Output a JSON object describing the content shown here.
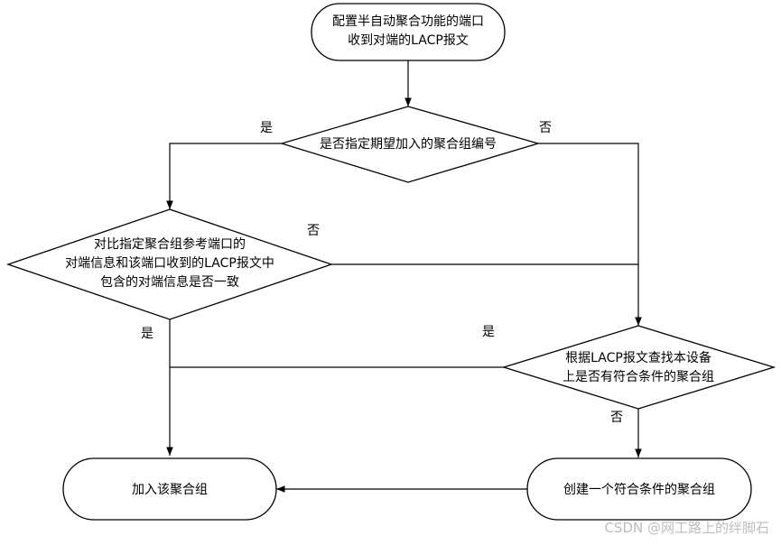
{
  "nodes": {
    "start": {
      "lines": [
        "配置半自动聚合功能的端口",
        "收到对端的LACP报文"
      ]
    },
    "decision_specified": {
      "lines": [
        "是否指定期望加入的聚合组编号"
      ]
    },
    "decision_compare": {
      "lines": [
        "对比指定聚合组参考端口的",
        "对端信息和该端口收到的LACP报文中",
        "包含的对端信息是否一致"
      ]
    },
    "decision_find": {
      "lines": [
        "根据LACP报文查找本设备",
        "上是否有符合条件的聚合组"
      ]
    },
    "end_join": {
      "lines": [
        "加入该聚合组"
      ]
    },
    "create": {
      "lines": [
        "创建一个符合条件的聚合组"
      ]
    }
  },
  "branches": {
    "specified_yes": "是",
    "specified_no": "否",
    "compare_no": "否",
    "compare_yes": "是",
    "find_yes": "是",
    "find_no": "否"
  },
  "watermark": "CSDN @网工路上的绊脚石"
}
